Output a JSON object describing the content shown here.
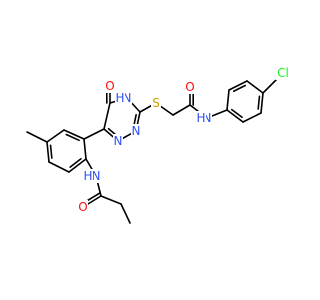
{
  "molecule": {
    "atoms": [
      {
        "id": "O1",
        "symbol": "O",
        "show_label": true,
        "color": "#ff0d0d"
      },
      {
        "id": "C_ring5",
        "symbol": "C",
        "show_label": false
      },
      {
        "id": "N4",
        "symbol": "N",
        "show_label": true,
        "color": "#3050f8"
      },
      {
        "id": "H_N4",
        "symbol": "H",
        "show_label": true,
        "color": "#3050f8"
      },
      {
        "id": "C3",
        "symbol": "C",
        "show_label": false
      },
      {
        "id": "N2",
        "symbol": "N",
        "show_label": true,
        "color": "#3050f8"
      },
      {
        "id": "N1",
        "symbol": "N",
        "show_label": true,
        "color": "#3050f8"
      },
      {
        "id": "C6",
        "symbol": "C",
        "show_label": false
      },
      {
        "id": "S",
        "symbol": "S",
        "show_label": true,
        "color": "#c8a000"
      },
      {
        "id": "CH2",
        "symbol": "C",
        "show_label": false
      },
      {
        "id": "C_amide",
        "symbol": "C",
        "show_label": false
      },
      {
        "id": "O2",
        "symbol": "O",
        "show_label": true,
        "color": "#ff0d0d"
      },
      {
        "id": "N_amide",
        "symbol": "N",
        "show_label": true,
        "color": "#3050f8"
      },
      {
        "id": "H_amide",
        "symbol": "H",
        "show_label": true,
        "color": "#3050f8"
      },
      {
        "id": "Ph1",
        "symbol": "C",
        "show_label": false
      },
      {
        "id": "Ph2",
        "symbol": "C",
        "show_label": false
      },
      {
        "id": "Ph3",
        "symbol": "C",
        "show_label": false
      },
      {
        "id": "Ph4",
        "symbol": "C",
        "show_label": false
      },
      {
        "id": "Ph5",
        "symbol": "C",
        "show_label": false
      },
      {
        "id": "Ph6",
        "symbol": "C",
        "show_label": false
      },
      {
        "id": "Cl",
        "symbol": "Cl",
        "show_label": true,
        "color": "#1ff01f"
      },
      {
        "id": "Ar1",
        "symbol": "C",
        "show_label": false
      },
      {
        "id": "Ar2",
        "symbol": "C",
        "show_label": false
      },
      {
        "id": "Ar3",
        "symbol": "C",
        "show_label": false
      },
      {
        "id": "Ar4",
        "symbol": "C",
        "show_label": false
      },
      {
        "id": "Ar5",
        "symbol": "C",
        "show_label": false
      },
      {
        "id": "Ar6",
        "symbol": "C",
        "show_label": false
      },
      {
        "id": "Me",
        "symbol": "C",
        "show_label": false
      },
      {
        "id": "N_prop",
        "symbol": "N",
        "show_label": true,
        "color": "#3050f8"
      },
      {
        "id": "H_prop",
        "symbol": "H",
        "show_label": true,
        "color": "#3050f8"
      },
      {
        "id": "C_prop",
        "symbol": "C",
        "show_label": false
      },
      {
        "id": "O3",
        "symbol": "O",
        "show_label": true,
        "color": "#ff0d0d"
      },
      {
        "id": "C_prop2",
        "symbol": "C",
        "show_label": false
      },
      {
        "id": "C_prop3",
        "symbol": "C",
        "show_label": false
      }
    ],
    "bonds": [
      {
        "from": "O1",
        "to": "C_ring5",
        "order": 2
      },
      {
        "from": "C_ring5",
        "to": "N4",
        "order": 1
      },
      {
        "from": "N4",
        "to": "C3",
        "order": 1
      },
      {
        "from": "C3",
        "to": "N2",
        "order": 2
      },
      {
        "from": "N2",
        "to": "N1",
        "order": 1
      },
      {
        "from": "N1",
        "to": "C6",
        "order": 2
      },
      {
        "from": "C6",
        "to": "C_ring5",
        "order": 1
      },
      {
        "from": "C3",
        "to": "S",
        "order": 1
      },
      {
        "from": "S",
        "to": "CH2",
        "order": 1
      },
      {
        "from": "CH2",
        "to": "C_amide",
        "order": 1
      },
      {
        "from": "C_amide",
        "to": "O2",
        "order": 2
      },
      {
        "from": "C_amide",
        "to": "N_amide",
        "order": 1
      },
      {
        "from": "N_amide",
        "to": "Ph1",
        "order": 1
      },
      {
        "from": "Ph1",
        "to": "Ph2",
        "order": 2
      },
      {
        "from": "Ph2",
        "to": "Ph3",
        "order": 1
      },
      {
        "from": "Ph3",
        "to": "Ph4",
        "order": 2
      },
      {
        "from": "Ph4",
        "to": "Ph5",
        "order": 1
      },
      {
        "from": "Ph5",
        "to": "Ph6",
        "order": 2
      },
      {
        "from": "Ph6",
        "to": "Ph1",
        "order": 1
      },
      {
        "from": "Ph4",
        "to": "Cl",
        "order": 1
      },
      {
        "from": "C6",
        "to": "Ar1",
        "order": 1
      },
      {
        "from": "Ar1",
        "to": "Ar2",
        "order": 2
      },
      {
        "from": "Ar2",
        "to": "Ar3",
        "order": 1
      },
      {
        "from": "Ar3",
        "to": "Ar4",
        "order": 2
      },
      {
        "from": "Ar4",
        "to": "Ar5",
        "order": 1
      },
      {
        "from": "Ar5",
        "to": "Ar6",
        "order": 2
      },
      {
        "from": "Ar6",
        "to": "Ar1",
        "order": 1
      },
      {
        "from": "Ar3",
        "to": "Me",
        "order": 1
      },
      {
        "from": "Ar6",
        "to": "N_prop",
        "order": 1
      },
      {
        "from": "N_prop",
        "to": "C_prop",
        "order": 1
      },
      {
        "from": "C_prop",
        "to": "O3",
        "order": 2
      },
      {
        "from": "C_prop",
        "to": "C_prop2",
        "order": 1
      },
      {
        "from": "C_prop2",
        "to": "C_prop3",
        "order": 1
      }
    ]
  }
}
